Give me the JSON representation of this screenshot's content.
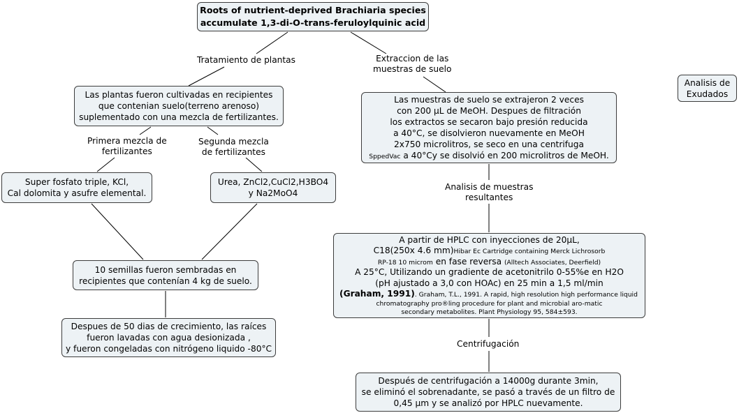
{
  "title": {
    "line1": "Roots of nutrient-deprived Brachiaria species",
    "line2": "accumulate 1,3-di-O-trans-feruloylquinic acid"
  },
  "labels": {
    "tratamiento": "Tratamiento de plantas",
    "extraccion_1": "Extraccion de las",
    "extraccion_2": "muestras de suelo",
    "primera_1": "Primera mezcla de",
    "primera_2": "fertilizantes",
    "segunda_1": "Segunda mezcla",
    "segunda_2": "de fertilizantes",
    "analisis_res_1": "Analisis de muestras",
    "analisis_res_2": "resultantes",
    "centrifugacion": "Centrifugación"
  },
  "nodes": {
    "plantas": [
      "Las plantas fueron cultivadas en recipientes",
      "que contenian suelo(terreno arenoso)",
      "suplementado con una mezcla de fertilizantes."
    ],
    "superfosfato": [
      "Super fosfato triple, KCl,",
      "Cal dolomita y asufre elemental."
    ],
    "urea": [
      "Urea, ZnCl2,CuCl2,H3BO4",
      "y Na2MoO4"
    ],
    "semillas": [
      "10 semillas fueron sembradas en",
      "recipientes que contenían  4 kg de suelo."
    ],
    "despues50": [
      "Despues de 50 dias de crecimiento, las raíces",
      "fueron lavadas con agua desionizada ,",
      "y fueron congeladas con nitrógeno liquido -80°C"
    ],
    "muestras_suelo": {
      "l1": "Las muestras de suelo se extrajeron 2 veces",
      "l2": "con 200 µL de MeOH. Despues de filtración",
      "l3": "los extractos se secaron bajo presión reducida",
      "l4": "a 40°C, se disolvieron nuevamente en MeOH",
      "l5": "2x750 microlitros, se seco en una centrifuga",
      "l6_small": "SppedVac",
      "l6_rest": " a 40°Cy se disolvió en 200 microlitros de MeOH."
    },
    "hplc": {
      "l1": "A partir de HPLC con inyecciones de 20µL,",
      "l2_big": "C18(250x 4.6 mm)",
      "l2_small": "Hibar Ec Cartridge containing Merck Lichrosorb",
      "l3_small_a": "RP-18 10 microm",
      "l3_big": " en fase reversa ",
      "l3_small_b": "(Alltech Associates, Deerfield)",
      "l4": "A 25°C, Utilizando un gradiente de acetonitrilo 0-55%e en H2O",
      "l5": "(pH ajustado a 3,0 con HOAc) en 25 min a 1,5 ml/min",
      "l6_bold": "(Graham, 1991)",
      "l6_small": ". Graham, T.L., 1991. A rapid, high resolution high performance liquid",
      "l7_small": "chromatography pro®ling procedure for plant and microbial aro-matic",
      "l8_small": "secondary metabolites. Plant Physiology 95, 584±593."
    },
    "centrifugacion_box": [
      "Después de centrifugación a 14000g durante 3min,",
      "se eliminó el sobrenadante, se pasó a través de un filtro de",
      "0,45 µm y se analizó por HPLC nuevamente."
    ],
    "exudados": [
      "Analisis de",
      "Exudados"
    ]
  }
}
